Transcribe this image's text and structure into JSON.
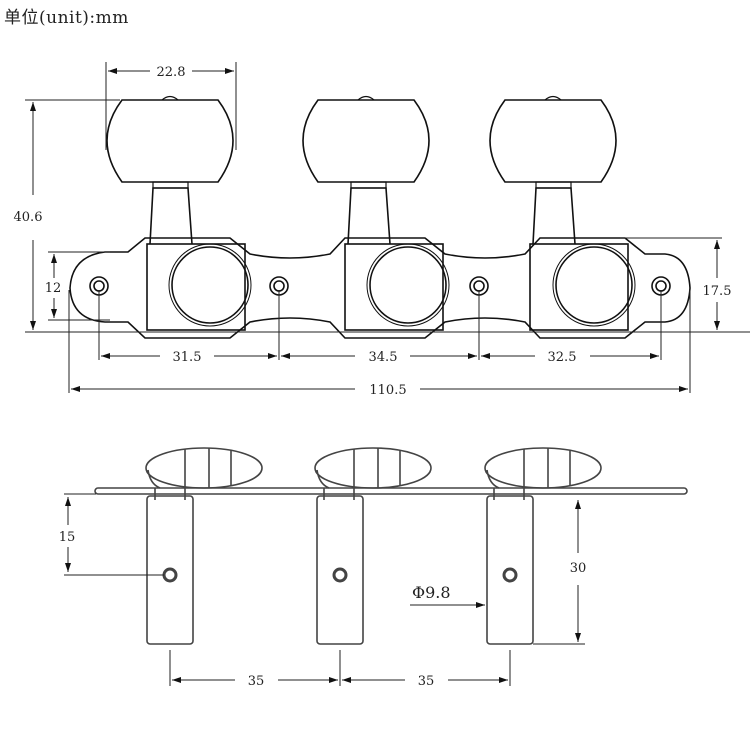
{
  "unit_label": "单位(unit):mm",
  "top_view": {
    "dimensions": {
      "knob_width": "22.8",
      "total_height": "40.6",
      "end_tab_height": "12",
      "plate_height": "17.5",
      "hole_spacing_1": "31.5",
      "hole_spacing_2": "34.5",
      "hole_spacing_3": "32.5",
      "overall_length": "110.5"
    }
  },
  "side_view": {
    "dimensions": {
      "post_hole_offset": "15",
      "post_length": "30",
      "post_diameter": "Φ9.8",
      "post_spacing_1": "35",
      "post_spacing_2": "35"
    }
  },
  "colors": {
    "line": "#111111",
    "dim_line": "#222222",
    "background": "#ffffff"
  }
}
